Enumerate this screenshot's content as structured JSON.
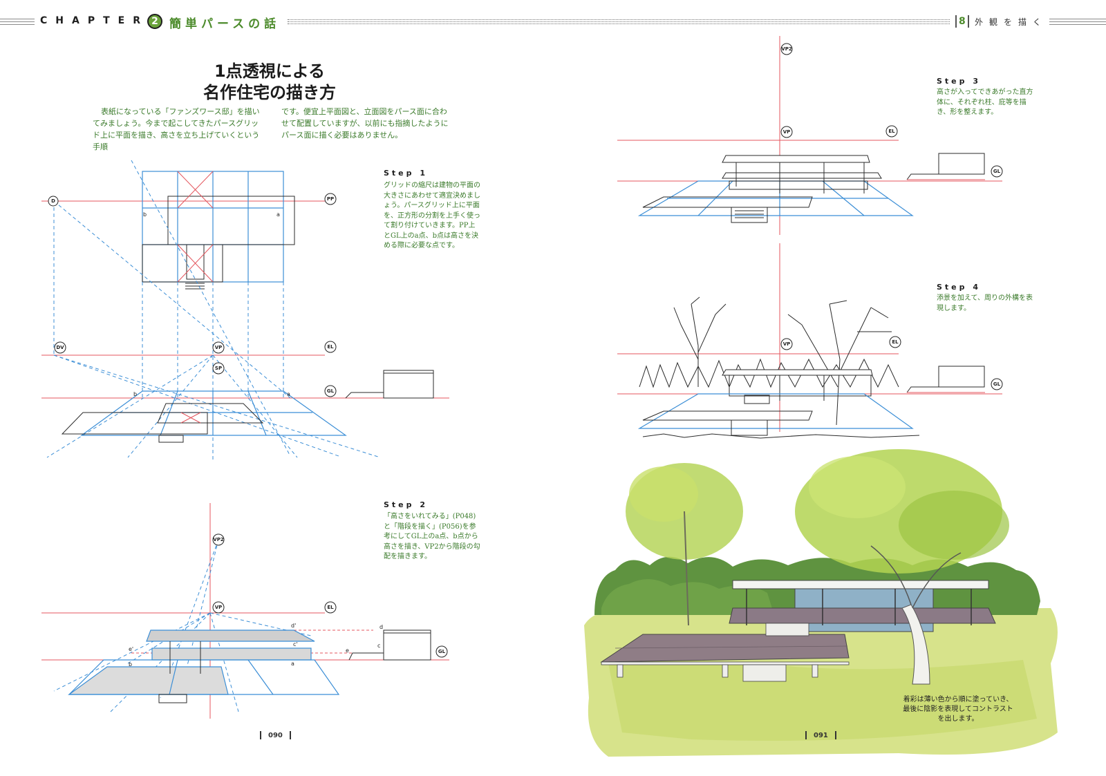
{
  "header": {
    "chapter_word": "CHAPTER",
    "chapter_number": "2",
    "chapter_title": "簡単パースの話",
    "section_number": "8",
    "section_title": "外観を描く"
  },
  "title_lines": [
    "1点透視による",
    "名作住宅の描き方"
  ],
  "intro": {
    "left": "表紙になっている「ファンズワース邸」を描いてみましょう。今まで起こしてきたパースグリッド上に平面を描き、高さを立ち上げていくという手順",
    "right": "です。便宜上平面図と、立面図をパース面に合わせて配置していますが、以前にも指摘したようにパース面に描く必要はありません。"
  },
  "steps": [
    {
      "heading": "Step 1",
      "text": "グリッドの縮尺は建物の平面の大きさにあわせて適宜決めましょう。パースグリッド上に平面を、正方形の分割を上手く使って割り付けていきます。PP上とGL上のa点、b点は高さを決める際に必要な点です。"
    },
    {
      "heading": "Step 2",
      "text": "「高さをいれてみる」(P048)と「階段を描く」(P056)を参考にしてGL上のa点、b点から高さを描き、VP2から階段の勾配を描きます。"
    },
    {
      "heading": "Step 3",
      "text": "高さが入ってできあがった直方体に、それぞれ柱、庇等を描き、形を整えます。"
    },
    {
      "heading": "Step 4",
      "text": "添景を加えて、周りの外構を表現します。"
    }
  ],
  "caption": "着彩は薄い色から順に塗っていき、最後に陰影を表現してコントラストを出します。",
  "folios": {
    "left": "090",
    "right": "091"
  },
  "diagram_labels": {
    "d": "D",
    "pp": "PP",
    "dv": "DV",
    "vp": "VP",
    "sp": "SP",
    "el": "EL",
    "gl": "GL",
    "vp2": "VP2",
    "a": "a",
    "b": "b",
    "c": "c",
    "d_small": "d",
    "e": "e",
    "a_prime": "a'",
    "b_prime": "b'",
    "c_prime": "c'",
    "d_prime": "d'",
    "e_prime": "e'"
  },
  "colors": {
    "accent_green": "#4c8b2b",
    "text_green": "#3a7a2a",
    "guide_red": "#e4545c",
    "guide_blue": "#3b8ed6"
  }
}
